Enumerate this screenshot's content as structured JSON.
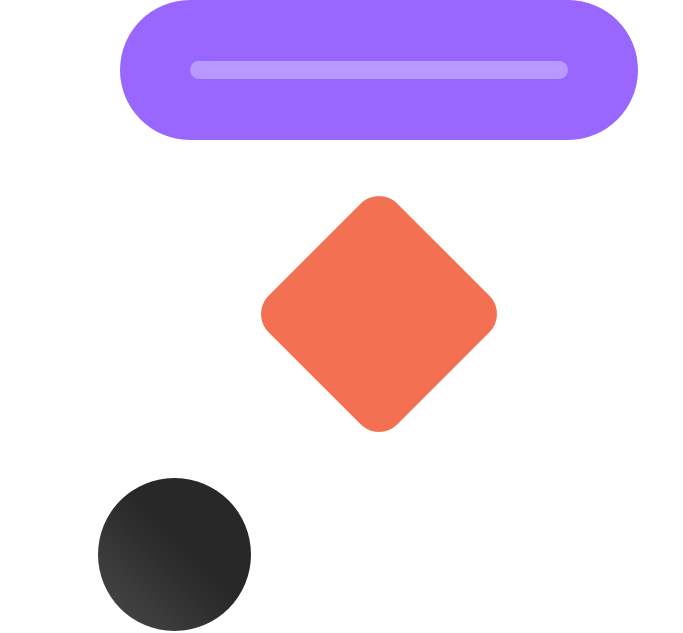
{
  "colors": {
    "background": "#ffffff",
    "pill": "#9966ff",
    "pill_highlight": "#b899ff",
    "diamond": "#f37052",
    "circle_dark": "#282828",
    "circle_light": "#4a4a4a"
  },
  "shapes": {
    "pill": "rounded-bar",
    "diamond": "rounded-diamond",
    "circle": "gradient-circle"
  }
}
